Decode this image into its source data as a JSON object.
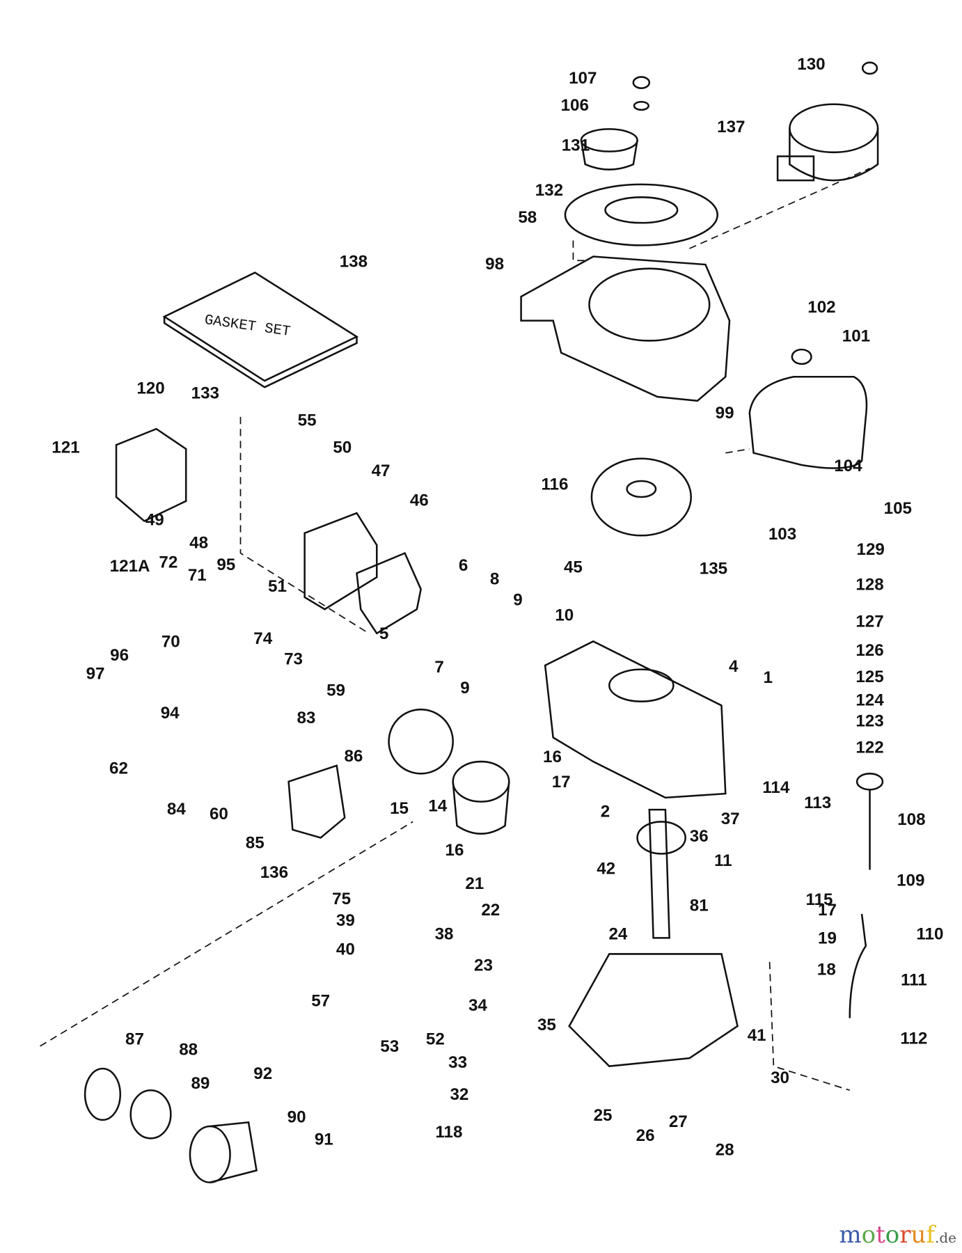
{
  "diagram": {
    "gasket_set_text": "GASKET SET",
    "part_labels": [
      "130",
      "107",
      "106",
      "131",
      "137",
      "132",
      "58",
      "138",
      "98",
      "102",
      "101",
      "120",
      "133",
      "55",
      "50",
      "121",
      "47",
      "99",
      "104",
      "116",
      "46",
      "105",
      "49",
      "48",
      "103",
      "129",
      "121A",
      "72",
      "71",
      "95",
      "51",
      "6",
      "45",
      "135",
      "8",
      "128",
      "9",
      "10",
      "70",
      "74",
      "5",
      "73",
      "127",
      "4",
      "96",
      "7",
      "126",
      "97",
      "9",
      "59",
      "1",
      "125",
      "94",
      "83",
      "124",
      "123",
      "16",
      "122",
      "62",
      "86",
      "17",
      "15",
      "14",
      "2",
      "114",
      "113",
      "37",
      "84",
      "60",
      "36",
      "108",
      "85",
      "16",
      "42",
      "11",
      "136",
      "21",
      "109",
      "115",
      "75",
      "81",
      "17",
      "22",
      "39",
      "110",
      "24",
      "38",
      "19",
      "40",
      "23",
      "18",
      "111",
      "57",
      "34",
      "35",
      "41",
      "53",
      "52",
      "87",
      "112",
      "88",
      "92",
      "33",
      "30",
      "89",
      "32",
      "25",
      "90",
      "26",
      "27",
      "118",
      "28",
      "91"
    ]
  },
  "watermark": {
    "letters": [
      "m",
      "o",
      "t",
      "o",
      "r",
      "u",
      "f"
    ],
    "suffix": ".de",
    "colors": [
      "#3a5ba8",
      "#5aa84a",
      "#d9468c",
      "#3a9a4a",
      "#d94a2a",
      "#e08a20",
      "#e8c020"
    ]
  }
}
